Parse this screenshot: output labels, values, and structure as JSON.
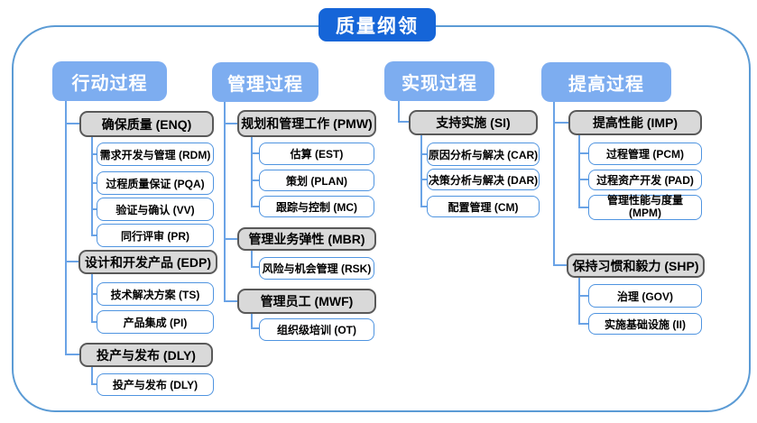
{
  "title": "质量纲领",
  "colors": {
    "title_bg": "#1565d8",
    "header_bg": "#7dadf0",
    "gray_fill": "#d9d9d9",
    "gray_border": "#595959",
    "leaf_border": "#4f94e0",
    "line": "#6aa3e6",
    "outline": "#5b9bd5"
  },
  "columns": [
    {
      "header": "行动过程",
      "groups": [
        {
          "label": "确保质量 (ENQ)",
          "children": [
            "需求开发与管理 (RDM)",
            "过程质量保证 (PQA)",
            "验证与确认 (VV)",
            "同行评审 (PR)"
          ]
        },
        {
          "label": "设计和开发产品 (EDP)",
          "children": [
            "技术解决方案 (TS)",
            "产品集成 (PI)"
          ]
        },
        {
          "label": "投产与发布 (DLY)",
          "children": [
            "投产与发布 (DLY)"
          ]
        }
      ]
    },
    {
      "header": "管理过程",
      "groups": [
        {
          "label": "规划和管理工作 (PMW)",
          "children": [
            "估算 (EST)",
            "策划 (PLAN)",
            "跟踪与控制 (MC)"
          ]
        },
        {
          "label": "管理业务弹性 (MBR)",
          "children": [
            "风险与机会管理 (RSK)"
          ]
        },
        {
          "label": "管理员工 (MWF)",
          "children": [
            "组织级培训 (OT)"
          ]
        }
      ]
    },
    {
      "header": "实现过程",
      "groups": [
        {
          "label": "支持实施 (SI)",
          "children": [
            "原因分析与解决 (CAR)",
            "决策分析与解决 (DAR)",
            "配置管理 (CM)"
          ]
        }
      ]
    },
    {
      "header": "提高过程",
      "groups": [
        {
          "label": "提高性能 (IMP)",
          "children": [
            "过程管理 (PCM)",
            "过程资产开发 (PAD)",
            "管理性能与度量 (MPM)"
          ]
        },
        {
          "label": "保持习惯和毅力 (SHP)",
          "children": [
            "治理 (GOV)",
            "实施基础设施 (II)"
          ]
        }
      ]
    }
  ]
}
